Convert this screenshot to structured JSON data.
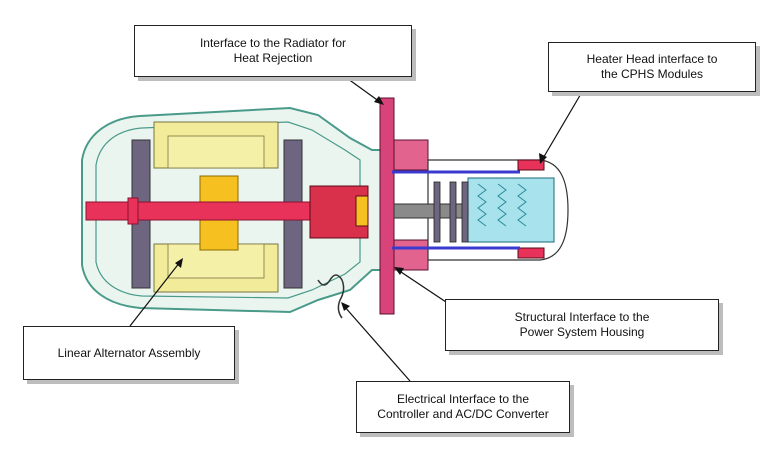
{
  "callouts": {
    "radiator": {
      "line1": "Interface to the Radiator for",
      "line2": "Heat Rejection"
    },
    "heater": {
      "line1": "Heater Head interface to",
      "line2": "the CPHS Modules"
    },
    "structural": {
      "line1": "Structural Interface to the",
      "line2": "Power System Housing"
    },
    "linear": {
      "line1": "Linear Alternator Assembly"
    },
    "electrical": {
      "line1": "Electrical Interface to the",
      "line2": "Controller and AC/DC Converter"
    }
  },
  "colors": {
    "housing_outline": "#4a9a8a",
    "housing_fill": "#e6f4ee",
    "alternator_yellow": "#f2ec9a",
    "magnet_orange": "#f5c020",
    "shaft_red": "#e8325a",
    "flange_magenta": "#d8447a",
    "plate_gray": "#6e6680",
    "regenerator_cyan": "#a8e2ec",
    "leader_black": "#111111"
  }
}
